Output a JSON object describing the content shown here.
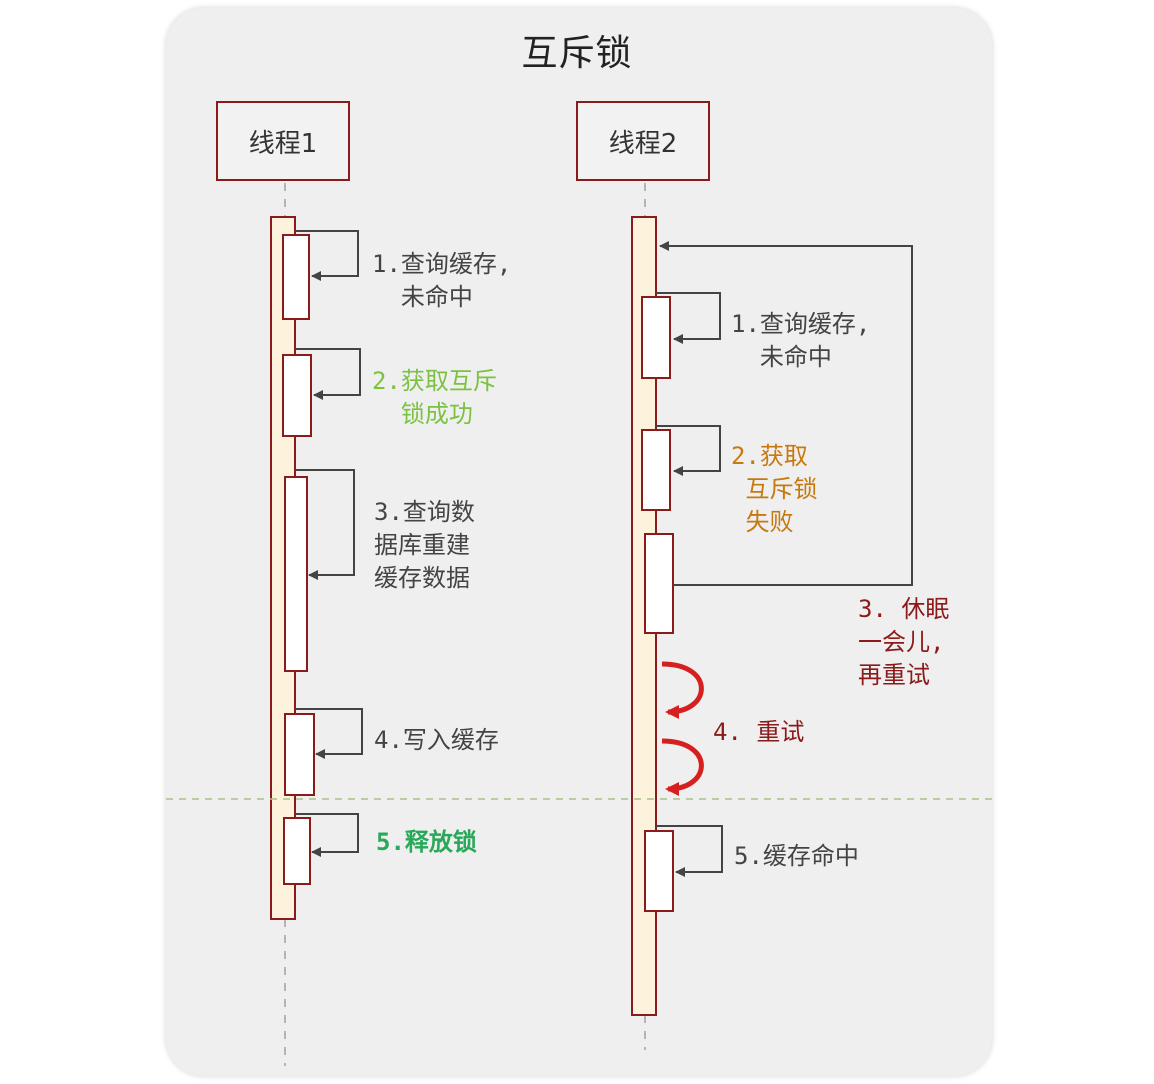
{
  "title": "互斥锁",
  "actors": {
    "thread1": "线程1",
    "thread2": "线程2"
  },
  "thread1_steps": {
    "s1": "1.查询缓存,\n  未命中",
    "s2": "2.获取互斥\n  锁成功",
    "s3": "3.查询数\n据库重建\n缓存数据",
    "s4": "4.写入缓存",
    "s5": "5.释放锁"
  },
  "thread2_steps": {
    "s1": "1.查询缓存,\n  未命中",
    "s2": "2.获取\n 互斥锁\n 失败",
    "s3": "3. 休眠\n一会儿,\n再重试",
    "s4": "4. 重试",
    "s5": "5.缓存命中"
  },
  "colors": {
    "frame": "#8b1a1a",
    "lifeline_fill": "#fdf3dc",
    "text_default": "#444444",
    "text_lock_success": "#7cc242",
    "text_lock_fail": "#c8780f",
    "text_retry": "#8b1a1a",
    "text_release": "#2aa85a",
    "retry_arrow": "#d62020",
    "divider": "#a9c08a"
  }
}
